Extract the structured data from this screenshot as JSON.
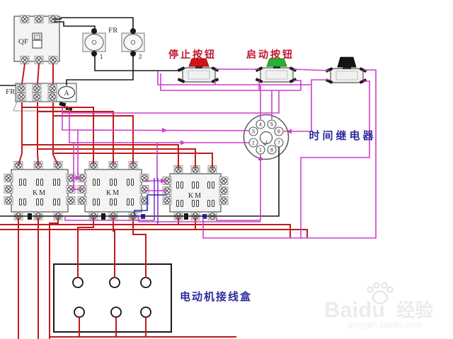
{
  "labels": {
    "breaker": "QF",
    "fuse_bank": "FR",
    "fuse1_num": "1",
    "fuse2_num": "2",
    "overload_relay": "FR",
    "ammeter": "A",
    "stop_button": "停止按钮",
    "start_button": "启动按钮",
    "time_relay": "时间继电器",
    "motor_terminal_box": "电动机接线盒",
    "contactor1": "KM",
    "contactor2": "KM",
    "contactor3": "KM"
  },
  "relay_pins": {
    "p1": "1",
    "p2": "2",
    "p3": "3",
    "p4": "4",
    "p5": "5",
    "p6": "6",
    "p7": "7",
    "p8": "8"
  },
  "colors": {
    "wire_power": "#c11a1a",
    "wire_control": "#cc3ecc",
    "wire_neutral": "#1a1a1a",
    "wire_blue": "#2b2bb4",
    "wire_violet": "#7a2fd0",
    "label_red": "#c0132e",
    "label_blue": "#2b2b9e",
    "cap_stop": "#d31414",
    "cap_start": "#21b62d",
    "cap_aux": "#141414"
  },
  "watermark": {
    "brand": "Baidu",
    "suffix": "经验",
    "site": "jingyan.baidu.com"
  }
}
